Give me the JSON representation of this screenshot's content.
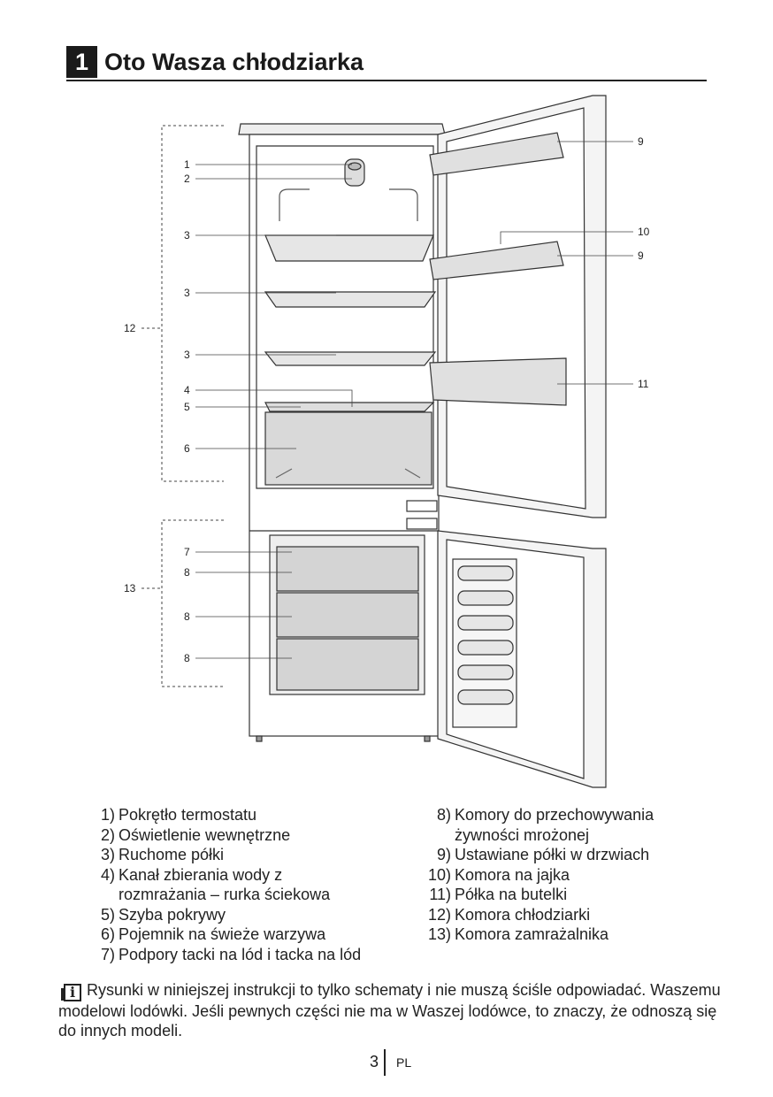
{
  "header": {
    "section_number": "1",
    "title": "Oto Wasza chłodziarka"
  },
  "diagram": {
    "callouts": {
      "c1": "1",
      "c2": "2",
      "c3a": "3",
      "c3b": "3",
      "c3c": "3",
      "c4": "4",
      "c5": "5",
      "c6": "6",
      "c7": "7",
      "c8a": "8",
      "c8b": "8",
      "c8c": "8",
      "c9a": "9",
      "c9b": "9",
      "c10": "10",
      "c11": "11",
      "c12": "12",
      "c13": "13"
    }
  },
  "legend": {
    "left": [
      {
        "num": "1)",
        "text": "Pokrętło termostatu"
      },
      {
        "num": "2)",
        "text": "Oświetlenie wewnętrzne"
      },
      {
        "num": "3)",
        "text": "Ruchome półki"
      },
      {
        "num": "4)",
        "text": "Kanał zbierania wody z rozmrażania – rurka ściekowa"
      },
      {
        "num": "5)",
        "text": "Szyba pokrywy"
      },
      {
        "num": "6)",
        "text": "Pojemnik na świeże warzywa"
      },
      {
        "num": "7)",
        "text": "Podpory tacki na lód i tacka na lód"
      }
    ],
    "right": [
      {
        "num": "8)",
        "text": "Komory do przechowywania żywności mrożonej"
      },
      {
        "num": "9)",
        "text": "Ustawiane półki w drzwiach"
      },
      {
        "num": "10)",
        "text": "Komora na jajka"
      },
      {
        "num": "11)",
        "text": "Półka na butelki"
      },
      {
        "num": "12)",
        "text": "Komora chłodziarki"
      },
      {
        "num": "13)",
        "text": "Komora zamrażalnika"
      }
    ]
  },
  "note": {
    "icon": "info-icon",
    "text": "Rysunki w niniejszej instrukcji to tylko schematy i nie muszą ściśle odpowiadać. Waszemu modelowi lodówki. Jeśli pewnych części nie ma w Waszej lodówce, to znaczy, że odnoszą się do innych modeli."
  },
  "footer": {
    "page_number": "3",
    "language": "PL"
  }
}
